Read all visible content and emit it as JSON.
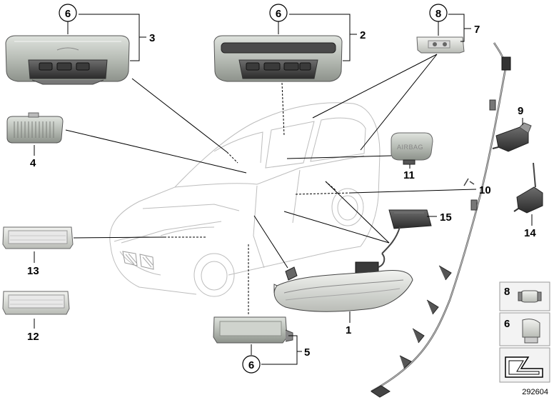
{
  "diagram": {
    "id": "292604",
    "labels": {
      "p1": "1",
      "p2": "2",
      "p3": "3",
      "p4": "4",
      "p5": "5",
      "p7": "7",
      "p8": "8",
      "p9": "9",
      "p10": "10",
      "p11": "11",
      "p12": "12",
      "p13": "13",
      "p14": "14",
      "p15": "15",
      "c6a": "6",
      "c6b": "6",
      "c8": "8",
      "c6c": "6",
      "inset8": "8",
      "inset6": "6"
    },
    "airbag_text": "AIRBAG"
  }
}
